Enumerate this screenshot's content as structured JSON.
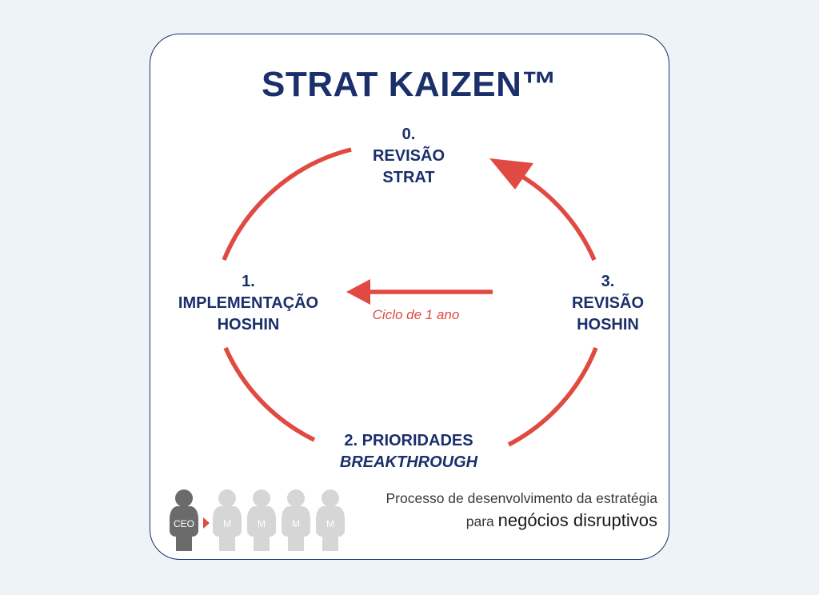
{
  "title": "STRAT KAIZEN™",
  "nodes": {
    "n0": {
      "num": "0.",
      "line1": "REVISÃO",
      "line2": "STRAT"
    },
    "n1": {
      "num": "1.",
      "line1": "IMPLEMENTAÇÃO",
      "line2": "HOSHIN"
    },
    "n2": {
      "line1": "2. PRIORIDADES",
      "line2": "BREAKTHROUGH"
    },
    "n3": {
      "num": "3.",
      "line1": "REVISÃO",
      "line2": "HOSHIN"
    }
  },
  "cycle_label": "Ciclo de 1 ano",
  "people": [
    {
      "label": "CEO",
      "icon": "person-icon"
    },
    {
      "label": "M",
      "icon": "person-icon"
    },
    {
      "label": "M",
      "icon": "person-icon"
    },
    {
      "label": "M",
      "icon": "person-icon"
    },
    {
      "label": "M",
      "icon": "person-icon"
    }
  ],
  "caption": {
    "line1": "Processo de desenvolvimento da estratégia",
    "line2_prefix": "para",
    "line2_bold": "negócios disruptivos"
  },
  "colors": {
    "navy": "#1b2f6b",
    "red": "#e04a43",
    "ceo_gray": "#6b6b6b",
    "manager_gray": "#d6d6d6",
    "background": "#eef3f7"
  }
}
